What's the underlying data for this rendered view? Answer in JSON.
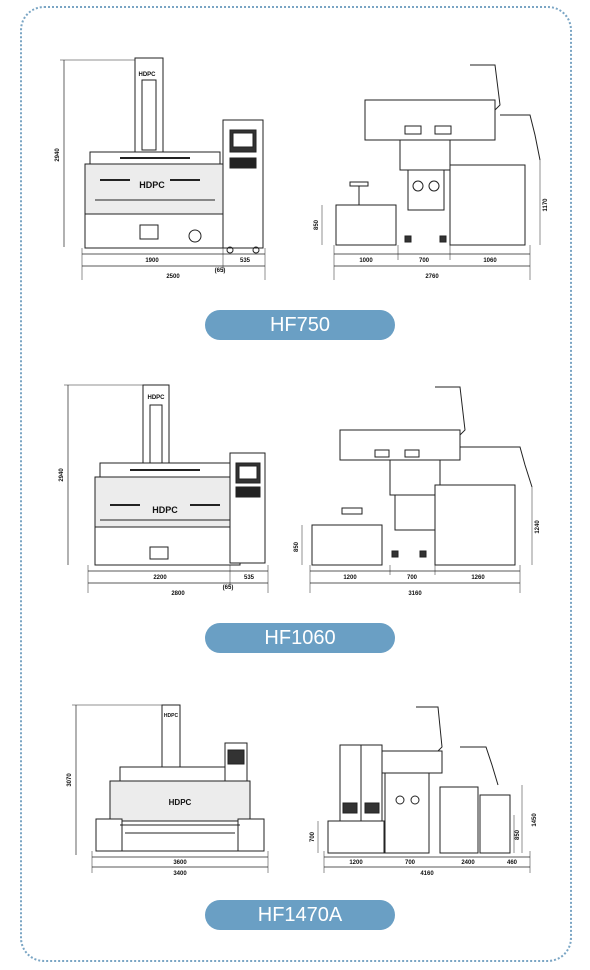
{
  "models": [
    {
      "name": "HF750",
      "brand": "HDPC",
      "front": {
        "height": "2940",
        "widths": [
          "1900",
          "535",
          "(65)"
        ],
        "total": "2500"
      },
      "side": {
        "heights": [
          "850",
          "1170"
        ],
        "widths": [
          "1000",
          "700",
          "1060"
        ],
        "total": "2760"
      }
    },
    {
      "name": "HF1060",
      "brand": "HDPC",
      "front": {
        "height": "2940",
        "widths": [
          "2200",
          "535",
          "(65)"
        ],
        "total": "2800"
      },
      "side": {
        "heights": [
          "850",
          "1240"
        ],
        "widths": [
          "1200",
          "700",
          "1260"
        ],
        "total": "3160"
      }
    },
    {
      "name": "HF1470A",
      "brand": "HDPC",
      "front": {
        "height": "3070",
        "widths": [
          "3600"
        ],
        "total": "3400"
      },
      "side": {
        "heights": [
          "700",
          "1450",
          "850"
        ],
        "widths": [
          "1200",
          "700",
          "2400",
          "460"
        ],
        "total": "4160"
      }
    }
  ],
  "colors": {
    "border": "#7aa5c4",
    "pill": "#6a9fc4",
    "line": "#222222"
  }
}
